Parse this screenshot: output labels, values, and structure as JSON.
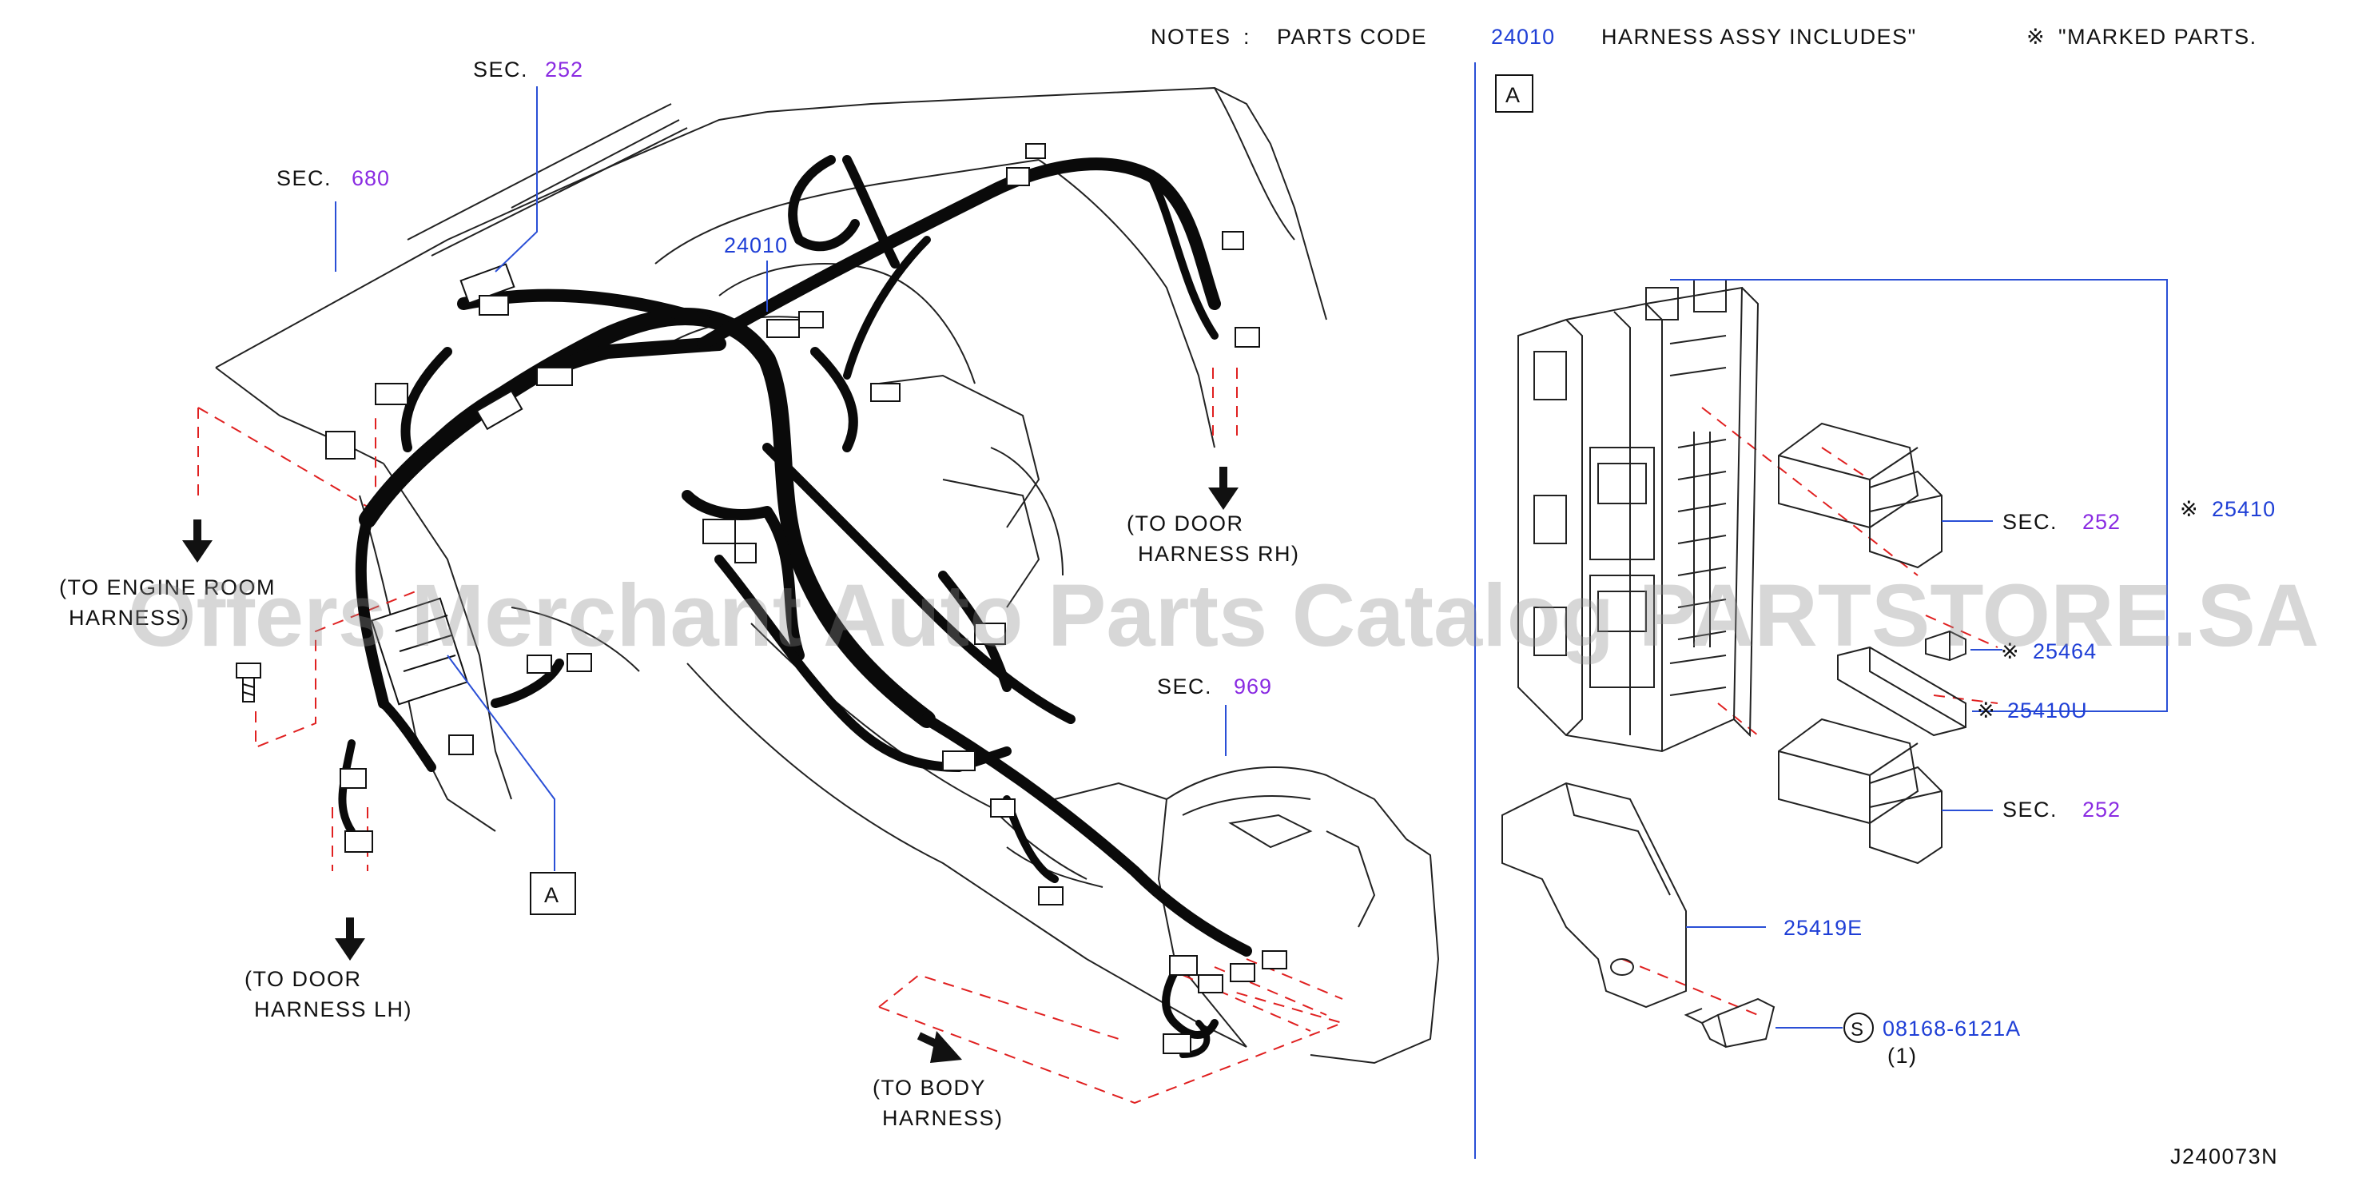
{
  "notes": {
    "prefix": "NOTES",
    "colon": ":",
    "parts_code": "PARTS CODE",
    "code": "24010",
    "harness_text": "HARNESS ASSY INCLUDES\"",
    "mark_symbol": "※",
    "marked_parts": "\"MARKED PARTS."
  },
  "colors": {
    "code_link": "#1f3fd6",
    "section_link": "#8a2be2",
    "dashed_guide": "#e02020",
    "harness": "#0a0a0a"
  },
  "sections": {
    "sec_label": "SEC.",
    "sec252_top": "252",
    "sec680": "680",
    "sec969": "969",
    "sec252_relay_upper": "252",
    "sec252_relay_lower": "252"
  },
  "parts": {
    "main_harness": "24010",
    "fuse_box": "25410",
    "fuse": "25464",
    "fuse_block": "25410U",
    "bracket": "25419E",
    "screw": "08168-6121A",
    "screw_qty": "(1)",
    "screw_symbol": "S",
    "mark_25410": "※",
    "mark_25464": "※",
    "mark_25410U": "※"
  },
  "callouts": {
    "view_a_left": "A",
    "view_a_right": "A"
  },
  "destinations": {
    "engine_room_line1": "(TO ENGINE ROOM",
    "engine_room_line2": "HARNESS)",
    "door_rh_line1": "(TO DOOR",
    "door_rh_line2": "HARNESS RH)",
    "door_lh_line1": "(TO DOOR",
    "door_lh_line2": "HARNESS LH)",
    "body_line1": "(TO BODY",
    "body_line2": "HARNESS)"
  },
  "diagram_id": "J240073N",
  "watermark": "Offers Merchant Auto Parts Catalog PARTSTORE.SA"
}
